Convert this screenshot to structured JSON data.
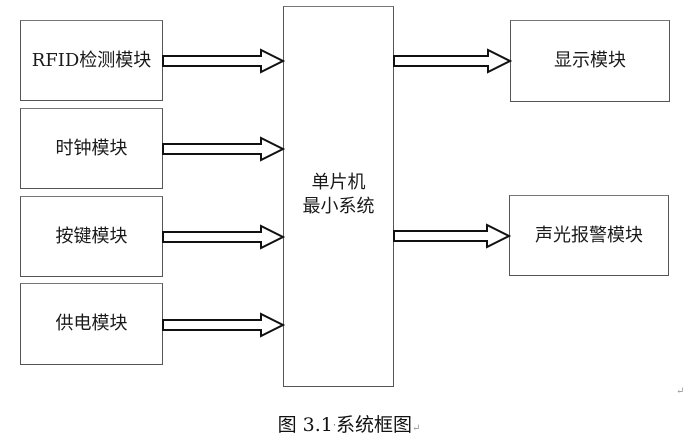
{
  "diagram": {
    "inputs": [
      {
        "id": "rfid",
        "label": "RFID检测模块"
      },
      {
        "id": "clock",
        "label": "时钟模块"
      },
      {
        "id": "keys",
        "label": "按键模块"
      },
      {
        "id": "power",
        "label": "供电模块"
      }
    ],
    "center": {
      "line1": "单片机",
      "line2": "最小系统"
    },
    "outputs": [
      {
        "id": "display",
        "label": "显示模块"
      },
      {
        "id": "alarm",
        "label": "声光报警模块"
      }
    ],
    "edges": [
      {
        "from": "rfid",
        "to": "mcu"
      },
      {
        "from": "clock",
        "to": "mcu"
      },
      {
        "from": "keys",
        "to": "mcu"
      },
      {
        "from": "power",
        "to": "mcu"
      },
      {
        "from": "mcu",
        "to": "display"
      },
      {
        "from": "mcu",
        "to": "alarm"
      }
    ]
  },
  "caption": {
    "prefix": "图 3.1",
    "separator": "·",
    "title": "系统框图",
    "mark": "↵"
  },
  "stray_mark": "↵"
}
